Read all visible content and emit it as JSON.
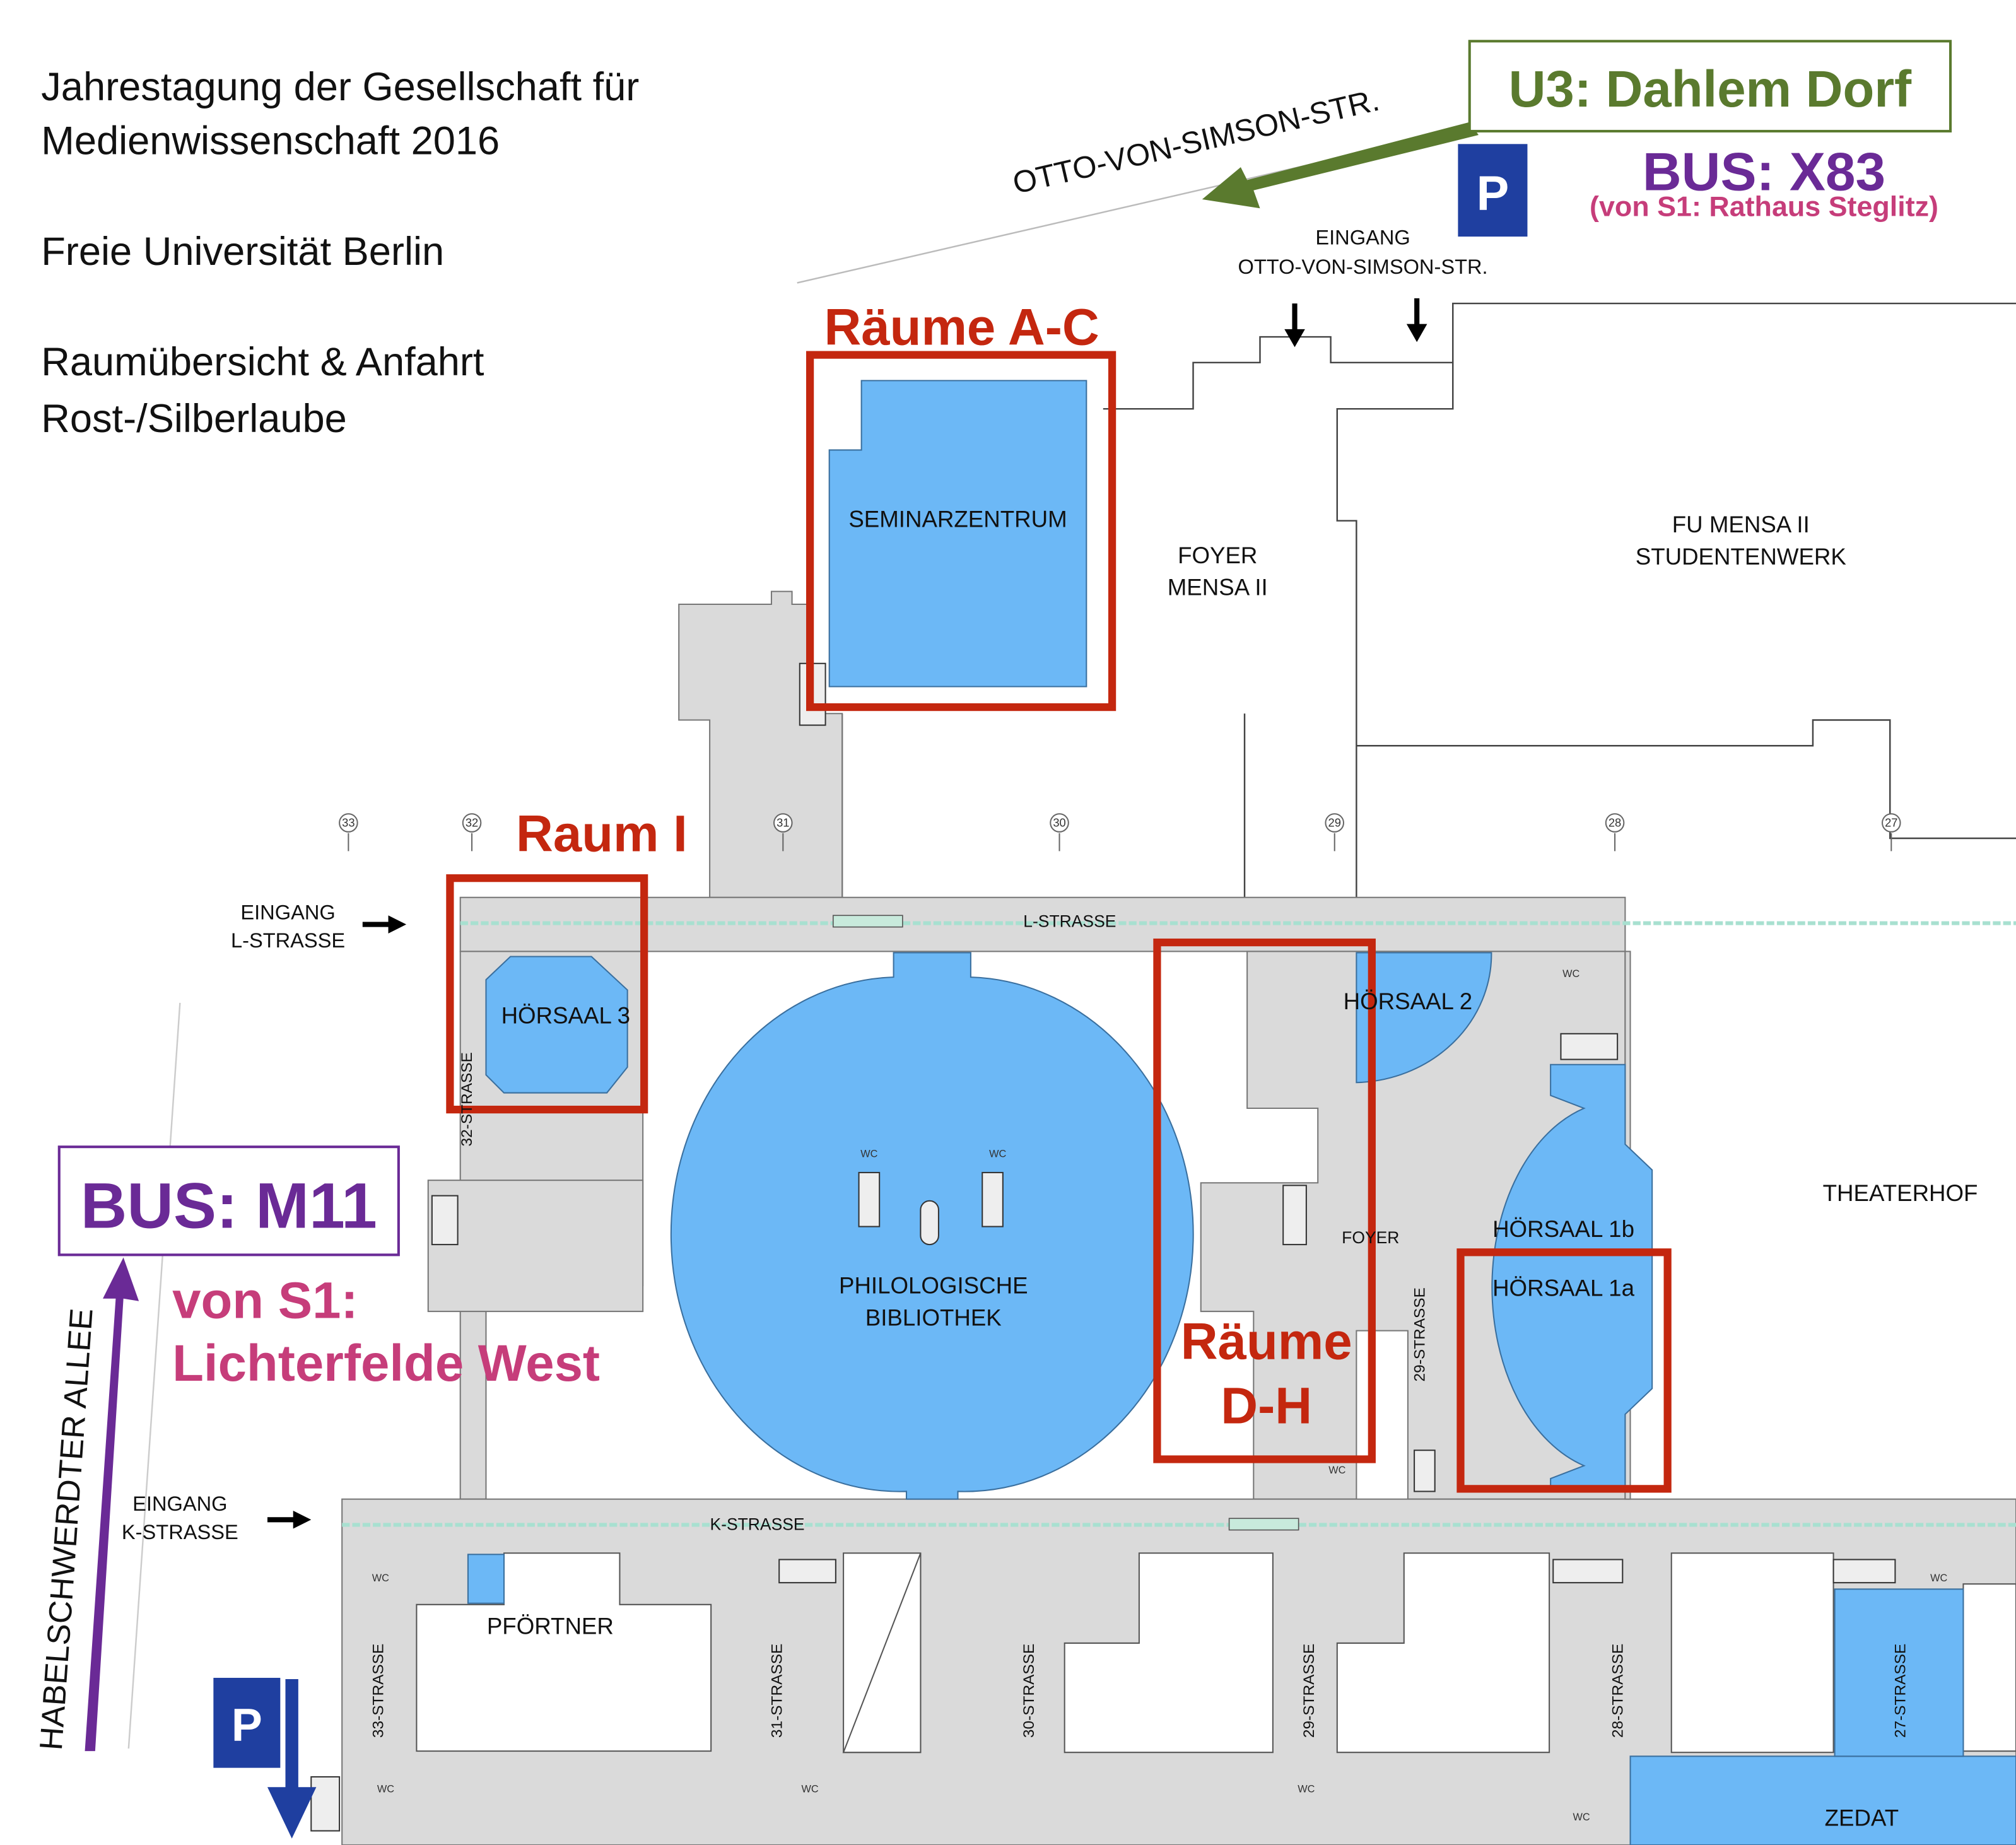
{
  "title": {
    "line1": "Jahrestagung der Gesellschaft für",
    "line2": "Medienwissenschaft 2016",
    "line3": "Freie Universität Berlin",
    "line4": "Raumübersicht & Anfahrt",
    "line5": "Rost-/Silberlaube"
  },
  "transit": {
    "u3": "U3: Dahlem Dorf",
    "bus_x83": "BUS: X83",
    "bus_x83_from": "(von S1: Rathaus Steglitz)",
    "bus_m11": "BUS: M11",
    "bus_m11_from1": "von S1:",
    "bus_m11_from2": "Lichterfelde West",
    "parking": "P"
  },
  "streets": {
    "otto_von_simson": "OTTO-VON-SIMSON-STR.",
    "habelschwerdter": "HABELSCHWERDTER ALLEE",
    "l_strasse": "L-STRASSE",
    "k_strasse": "K-STRASSE",
    "s32": "32-STRASSE",
    "s29": "29-STRASSE",
    "s33": "33-STRASSE",
    "s31": "31-STRASSE",
    "s30": "30-STRASSE",
    "s29b": "29-STRASSE",
    "s28": "28-STRASSE",
    "s27": "27-STRASSE"
  },
  "entrances": {
    "otto_line1": "EINGANG",
    "otto_line2": "OTTO-VON-SIMSON-STR.",
    "l_line1": "EINGANG",
    "l_line2": "L-STRASSE",
    "k_line1": "EINGANG",
    "k_line2": "K-STRASSE"
  },
  "rooms": {
    "seminarzentrum": "SEMINARZENTRUM",
    "foyer_mensa1": "FOYER",
    "foyer_mensa2": "MENSA II",
    "mensa1": "FU MENSA II",
    "mensa2": "STUDENTENWERK",
    "hoersaal3": "HÖRSAAL 3",
    "hoersaal2": "HÖRSAAL 2",
    "hoersaal1b": "HÖRSAAL 1b",
    "hoersaal1a": "HÖRSAAL 1a",
    "philbib1": "PHILOLOGISCHE",
    "philbib2": "BIBLIOTHEK",
    "foyer": "FOYER",
    "theaterhof": "THEATERHOF",
    "pfoertner": "PFÖRTNER",
    "zedat": "ZEDAT",
    "wc": "WC"
  },
  "highlights": {
    "raeume_ac": "Räume A-C",
    "raum_i": "Raum I",
    "raeume_dh1": "Räume",
    "raeume_dh2": "D-H"
  },
  "axis_markers": [
    "33",
    "32",
    "31",
    "30",
    "29",
    "28",
    "27"
  ],
  "colors": {
    "room_blue": "#6cb8f6",
    "floor_grey": "#dadada",
    "highlight_red": "#c4270f",
    "u3_green": "#5a7a2e",
    "bus_purple": "#6a2a96",
    "bus_pink": "#c63d7a",
    "parking_blue": "#1f3fa0",
    "corridor_green": "#a8e0d0"
  }
}
